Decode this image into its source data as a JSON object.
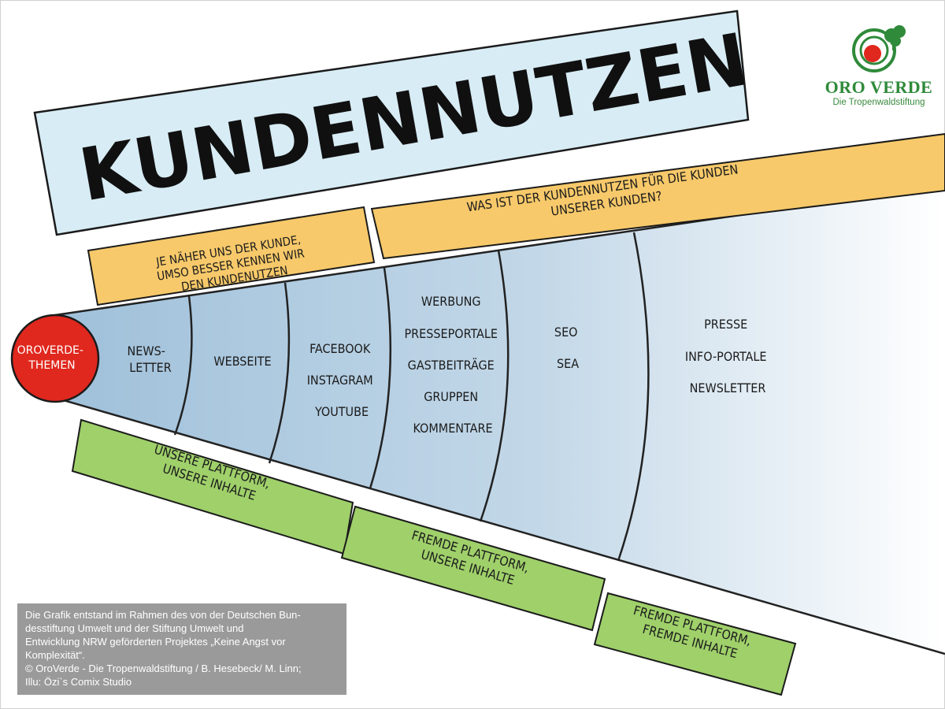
{
  "title": "KUNDENNUTZEN",
  "banners": {
    "left": [
      "JE NÄHER UNS DER KUNDE,",
      "UMSO BESSER KENNEN WIR",
      "DEN KUNDENUTZEN"
    ],
    "right": [
      "WAS IST DER KUNDENNUTZEN FÜR DIE KUNDEN",
      "UNSERER KUNDEN?"
    ]
  },
  "origin_circle": [
    "OROVERDE-",
    "THEMEN"
  ],
  "segments": [
    [
      "NEWS-",
      "LETTER"
    ],
    [
      "WEBSEITE"
    ],
    [
      "FACEBOOK",
      "INSTAGRAM",
      "YOUTUBE"
    ],
    [
      "WERBUNG",
      "PRESSEPORTALE",
      "GASTBEITRÄGE",
      "GRUPPEN",
      "KOMMENTARE"
    ],
    [
      "SEO",
      "SEA"
    ],
    [
      "PRESSE",
      "INFO-PORTALE",
      "NEWSLETTER"
    ]
  ],
  "platform_labels": [
    [
      "UNSERE PLATTFORM,",
      "UNSERE INHALTE"
    ],
    [
      "FREMDE PLATTFORM,",
      "UNSERE INHALTE"
    ],
    [
      "FREMDE PLATTFORM,",
      "FREMDE INHALTE"
    ]
  ],
  "logo": {
    "brand": "ORO VERDE",
    "tagline": "Die Tropenwaldstiftung"
  },
  "credits": [
    "Die Grafik entstand im Rahmen des von der Deutschen Bun-",
    "desstiftung Umwelt und der Stiftung Umwelt und",
    "Entwicklung NRW geförderten Projektes „Keine Angst vor",
    "Komplexität“.",
    "© OroVerde - Die Tropenwaldstiftung / B. Hesebeck/ M. Linn;",
    "Illu: Özi`s Comix Studio"
  ],
  "colors": {
    "title_box": "#d8ecf5",
    "banner": "#f7c96a",
    "green": "#9fd06a",
    "circle": "#e0281e",
    "funnel": "#b9d4e6"
  }
}
